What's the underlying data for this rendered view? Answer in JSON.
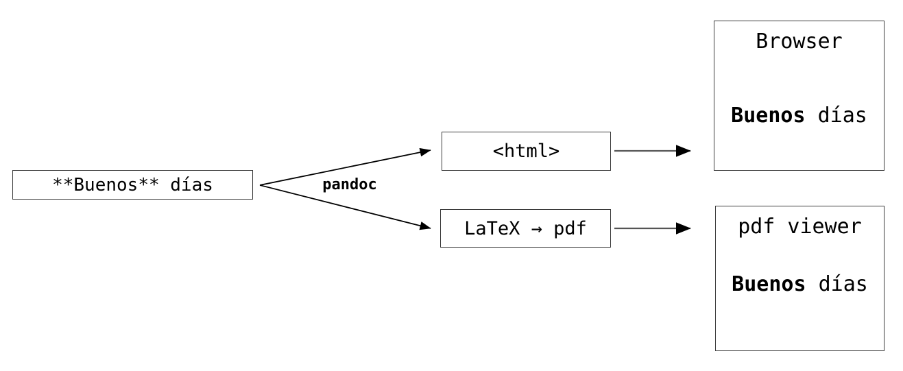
{
  "diagram": {
    "title": "pandoc conversion flow",
    "background_color": "#ffffff",
    "line_color": "#000000",
    "box_border_color": "#3a3a3a"
  },
  "nodes": {
    "source": {
      "text": "**Buenos** días",
      "shape": "rectangle"
    },
    "html": {
      "text": "<html>",
      "shape": "rectangle"
    },
    "latex": {
      "text": "LaTeX → pdf",
      "shape": "rectangle"
    },
    "browser": {
      "title": "Browser",
      "body_bold": "Buenos",
      "body_rest": " días",
      "shape": "rectangle"
    },
    "pdf_viewer": {
      "title": "pdf viewer",
      "body_bold": "Buenos",
      "body_rest": " días",
      "shape": "rectangle"
    }
  },
  "edges": [
    {
      "name": "source-to-html",
      "label": "pandoc",
      "from": "source",
      "to": "html"
    },
    {
      "name": "source-to-latex",
      "label": "pandoc",
      "from": "source",
      "to": "latex"
    },
    {
      "name": "html-to-browser",
      "label": "",
      "from": "html",
      "to": "browser"
    },
    {
      "name": "latex-to-pdf-viewer",
      "label": "",
      "from": "latex",
      "to": "pdf_viewer"
    }
  ],
  "labels": {
    "pandoc": "pandoc"
  }
}
